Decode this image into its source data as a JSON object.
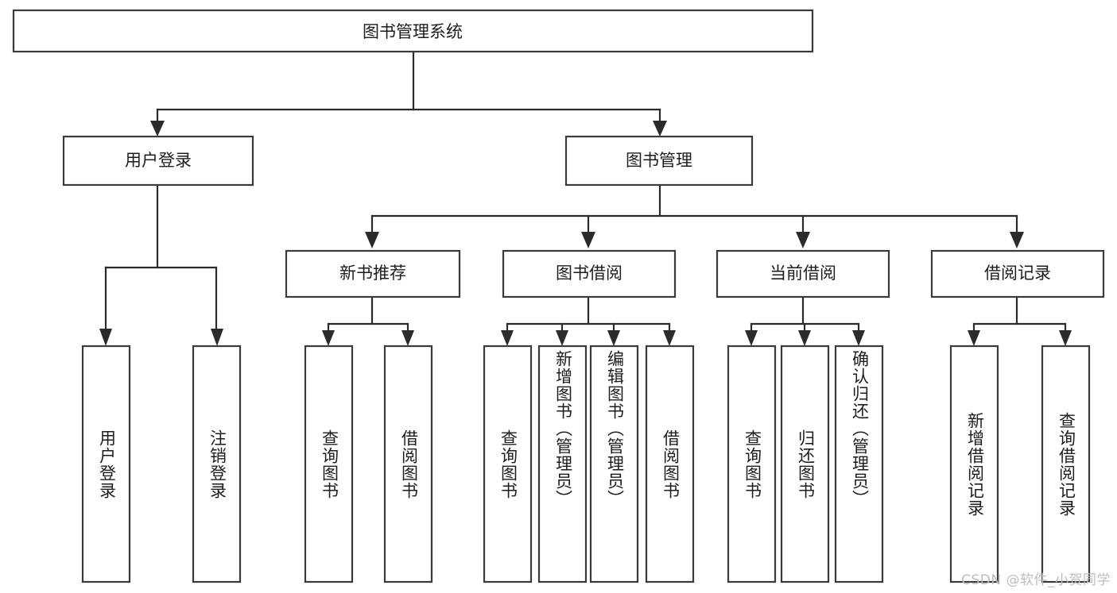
{
  "diagram": {
    "title": "图书管理系统",
    "type": "tree",
    "watermark": "CSDN @软件_小贺同学",
    "colors": {
      "box_stroke": "#3a3a3a",
      "connector": "#2b2b2b",
      "box_fill": "#ffffff",
      "text": "#1d1d1d",
      "watermark": "#bdbdbd"
    },
    "root": {
      "label": "图书管理系统"
    },
    "level2": [
      {
        "label": "用户登录"
      },
      {
        "label": "图书管理"
      }
    ],
    "level3": [
      {
        "label": "新书推荐"
      },
      {
        "label": "图书借阅"
      },
      {
        "label": "当前借阅"
      },
      {
        "label": "借阅记录"
      }
    ],
    "leaves": {
      "user_login": [
        {
          "label": "用户登录"
        },
        {
          "label": "注销登录"
        }
      ],
      "new_book_recommend": [
        {
          "label": "查询图书"
        },
        {
          "label": "借阅图书"
        }
      ],
      "book_borrow": [
        {
          "label": "查询图书"
        },
        {
          "label": "新增图书（管理员）"
        },
        {
          "label": "编辑图书（管理员）"
        },
        {
          "label": "借阅图书"
        }
      ],
      "current_borrow": [
        {
          "label": "查询图书"
        },
        {
          "label": "归还图书"
        },
        {
          "label": "确认归还（管理员）"
        }
      ],
      "borrow_record": [
        {
          "label": "新增借阅记录"
        },
        {
          "label": "查询借阅记录"
        }
      ]
    }
  }
}
